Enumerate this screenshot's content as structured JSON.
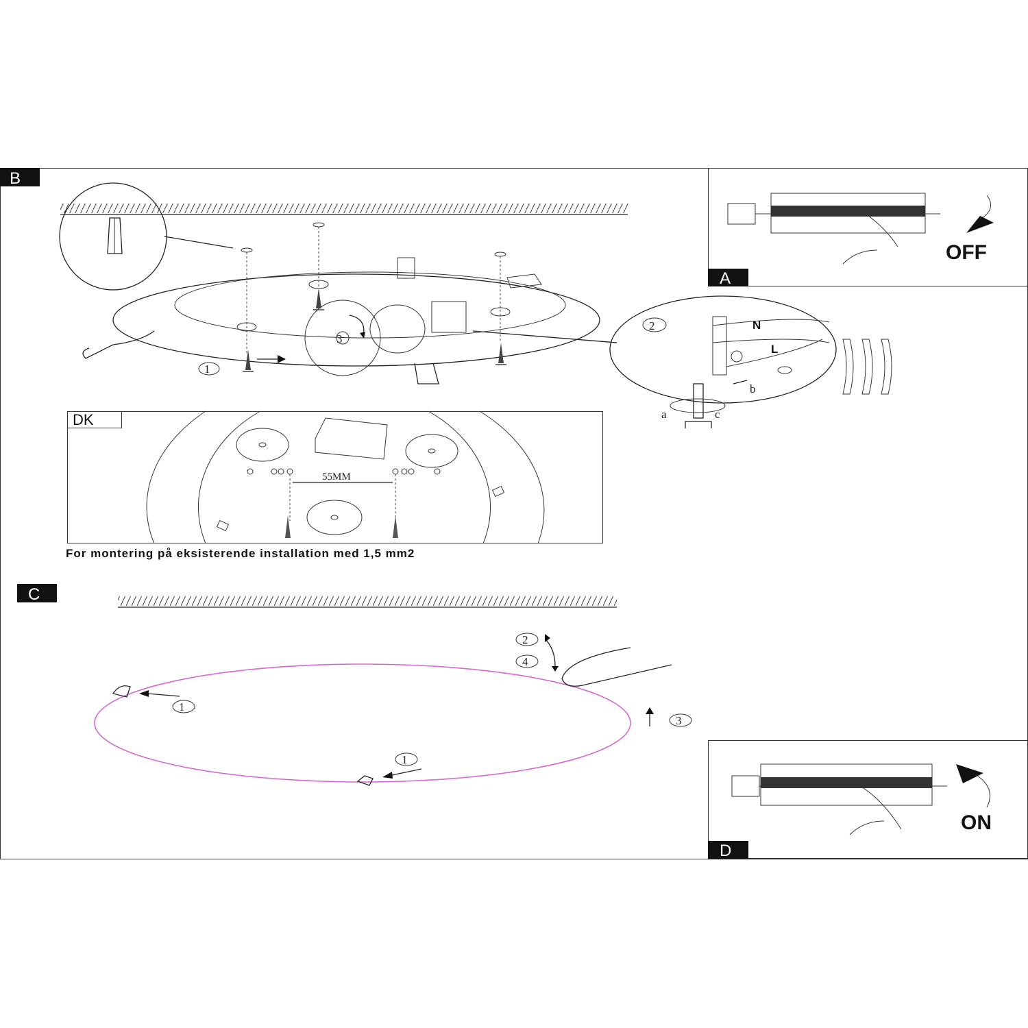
{
  "panels": {
    "a": {
      "label": "A",
      "switch_state": "OFF"
    },
    "b": {
      "label": "B",
      "steps": [
        "1",
        "2",
        "3"
      ],
      "wire_labels": {
        "neutral": "N",
        "live": "L"
      },
      "screw_steps": [
        "a",
        "b",
        "c"
      ]
    },
    "dk": {
      "label": "DK",
      "dimension": "55MM",
      "caption": "For montering på  eksisterende installation med 1,5 mm2"
    },
    "c": {
      "label": "C",
      "steps": [
        "1",
        "1",
        "2",
        "3",
        "4"
      ]
    },
    "d": {
      "label": "D",
      "switch_state": "ON"
    }
  },
  "colors": {
    "line": "#222222",
    "glass_outline": "#d36ad3",
    "label_bg": "#111111"
  }
}
